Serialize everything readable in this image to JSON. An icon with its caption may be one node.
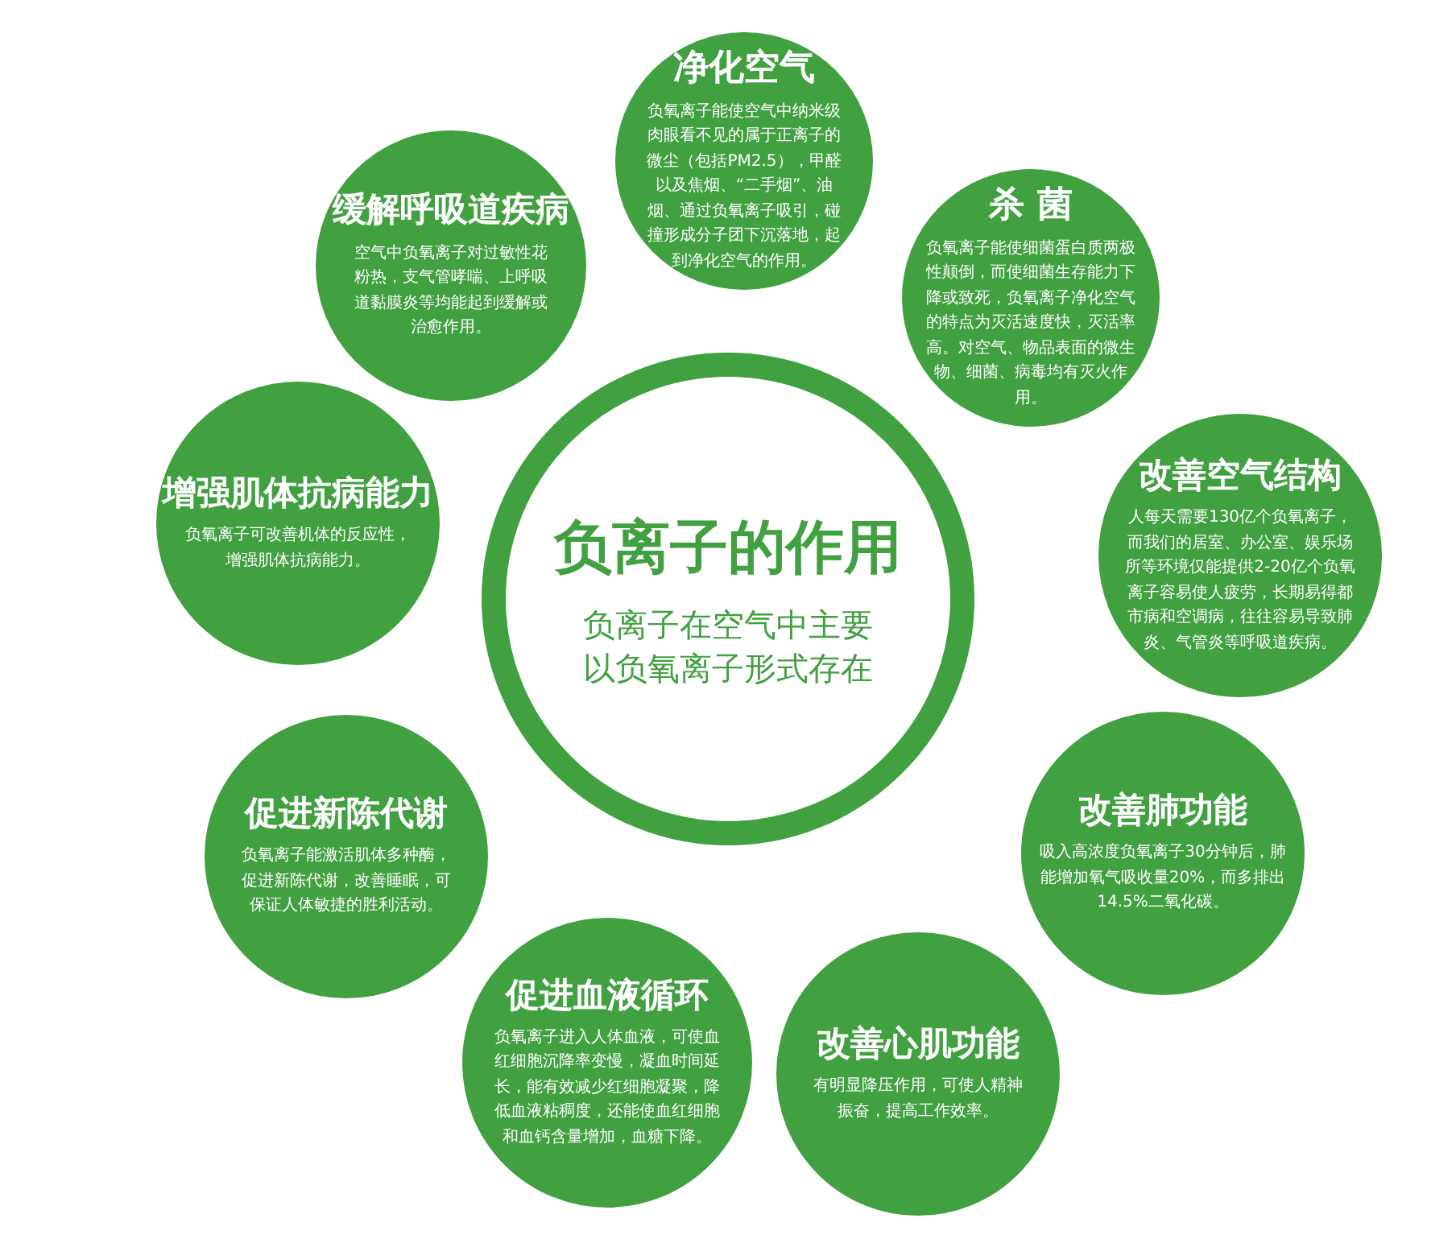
{
  "diagram": {
    "nodes": [
      {
        "text": [
          "净化空气",
          "负氧离子能使空气中纳米级肉眼看不见的属于正离子的微尘（包括PM2.5），甲醛以及焦烟、“二手烟”、油烟、通过负氧离子吸引，碰撞形成分子团下沉落地，起到净化空气的作用。"
        ]
      },
      {
        "text": [
          "缓解呼吸道疾病",
          "空气中负氧离子对过敏性花粉热，支气管哮喘、上呼吸道黏膜炎等均能起到缓解或治愈作用。"
        ]
      },
      {
        "text": [
          "杀 菌",
          "负氧离子能使细菌蛋白质两极性颠倒，而使细菌生存能力下降或致死，负氧离子净化空气的特点为灭活速度快，灭活率高。对空气、物品表面的微生物、细菌、病毒均有灭火作用。"
        ]
      },
      {
        "text": [
          "增强肌体抗病能力",
          "负氧离子可改善机体的反应性，增强肌体抗病能力。"
        ]
      },
      {
        "text": [
          "负离子的作用",
          "负离子在空气中主要以负氧离子形式存在"
        ]
      },
      {
        "text": [
          "改善空气结构",
          "人每天需要130亿个负氧离子，而我们的居室、办公室、娱乐场所等环境仅能提供2-20亿个负氧离子容易使人疲劳，长期易得都市病和空调病，往往容易导致肺炎、气管炎等呼吸道疾病。"
        ]
      },
      {
        "text": [
          "促进新陈代谢",
          "负氧离子能激活肌体多种酶，促进新陈代谢，改善睡眠，可保证人体敏捷的胜利活动。"
        ]
      },
      {
        "text": [
          "改善肺功能",
          "吸入高浓度负氧离子30分钟后，肺能增加氧气吸收量20%，而多排出14.5%二氧化碳。"
        ]
      },
      {
        "text": [
          "促进血液循环",
          "负氧离子进入人体血液，可使血红细胞沉降率变慢，凝血时间延长，能有效减少红细胞凝聚，降低血液粘稠度，还能使血红细胞和血钙含量增加，血糖下降。"
        ]
      },
      {
        "text": [
          "改善心肌功能",
          "有明显降压作用，可使人精神振奋，提高工作效率。"
        ]
      }
    ]
  }
}
